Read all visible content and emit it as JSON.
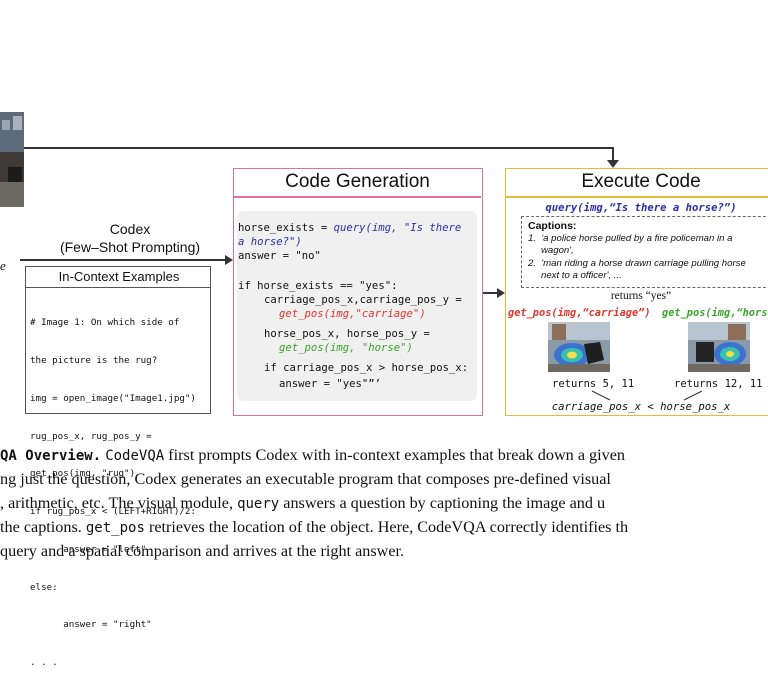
{
  "codex_label": [
    "Codex",
    "(Few–Shot Prompting)"
  ],
  "left_fragment": "e",
  "in_context": {
    "title": "In-Context Examples",
    "code": [
      "# Image 1: On which side of",
      "the picture is the rug?",
      "img = open_image(\"Image1.jpg\")",
      "rug_pos_x, rug_pos_y =",
      "get_pos(img, \"rug\")",
      "if rug_pos_x < (LEFT+RIGHT)/2:",
      "      answer = \"left\"",
      "else:",
      "      answer = \"right\"",
      ". . ."
    ]
  },
  "code_generation": {
    "title": "Code Generation",
    "l1a": "horse_exists = ",
    "l1b": "query(img, \"Is there",
    "l2": "a horse?\")",
    "l3": "answer = \"no\"",
    "l4": "if horse_exists == \"yes\":",
    "l5": "carriage_pos_x,carriage_pos_y =",
    "l6": "get_pos(img,\"carriage\")",
    "l7": "horse_pos_x, horse_pos_y =",
    "l8": "get_pos(img, \"horse\")",
    "l9": "if carriage_pos_x > horse_pos_x:",
    "l10": "answer = \"yes\"”’"
  },
  "execute": {
    "title": "Execute Code",
    "query": "query(img,“Is there a horse?”)",
    "captions_title": "Captions:",
    "caption1": "1.  'a police horse pulled by a fire policeman in a",
    "caption1b": "wagon',",
    "caption2": "2.  'man riding a horse drawn carriage pulling horse",
    "caption2b": "next to a officer', ...",
    "returns_yes": "returns “yes”",
    "get_pos_red": "get_pos(img,“carriage”)",
    "get_pos_green": "get_pos(img,“horse",
    "returns1": "returns 5, 11",
    "returns2": "returns 12, 11",
    "comparison": "carriage_pos_x < horse_pos_x"
  },
  "caption": {
    "l1_bold": "QA Overview.",
    "l1_m": "CodeVQA",
    "l1_rest": " first prompts Codex with in-context examples that break down a given",
    "l2": "ng just the question, Codex generates an executable program that composes pre-defined visual",
    "l3a": ", arithmetic, etc. The visual module, ",
    "l3m": "query",
    "l3b": " answers a question by captioning the image and u",
    "l4a": "the captions. ",
    "l4m": "get_pos",
    "l4b": " retrieves the location of the object. Here, CodeVQA correctly identifies th",
    "l5": "query and a spatial comparison and arrives at the right answer."
  },
  "colors": {
    "code_gen_border": "#e06fa0",
    "execute_border": "#e8b93c",
    "query": "#2b2ea8",
    "get_pos_carriage": "#e0352b",
    "get_pos_horse": "#3aa52a"
  }
}
